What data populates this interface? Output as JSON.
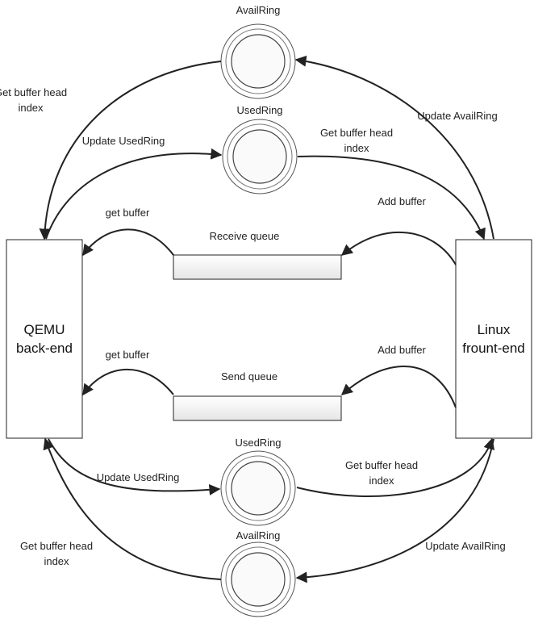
{
  "nodes": {
    "qemu": {
      "line1": "QEMU",
      "line2": "back-end"
    },
    "linux": {
      "line1": "Linux",
      "line2": "frount-end"
    },
    "receive_queue": "Receive queue",
    "send_queue": "Send  queue",
    "rings": {
      "top_avail": "AvailRing",
      "top_used": "UsedRing",
      "bottom_used": "UsedRing",
      "bottom_avail": "AvailRing"
    }
  },
  "edges": {
    "top_get_head": {
      "line1": "Get buffer head",
      "line2": "index"
    },
    "top_update_avail": "Update AvailRing",
    "top_update_used": "Update UsedRing",
    "top_used_get_head": {
      "line1": "Get buffer head",
      "line2": "index"
    },
    "recv_add_buffer": "Add buffer",
    "recv_get_buffer": "get buffer",
    "send_add_buffer": "Add buffer",
    "send_get_buffer": "get buffer",
    "bottom_update_used": "Update UsedRing",
    "bottom_used_get_head": {
      "line1": "Get buffer head",
      "line2": "index"
    },
    "bottom_get_head": {
      "line1": "Get buffer head",
      "line2": "index"
    },
    "bottom_update_avail": "Update AvailRing"
  }
}
